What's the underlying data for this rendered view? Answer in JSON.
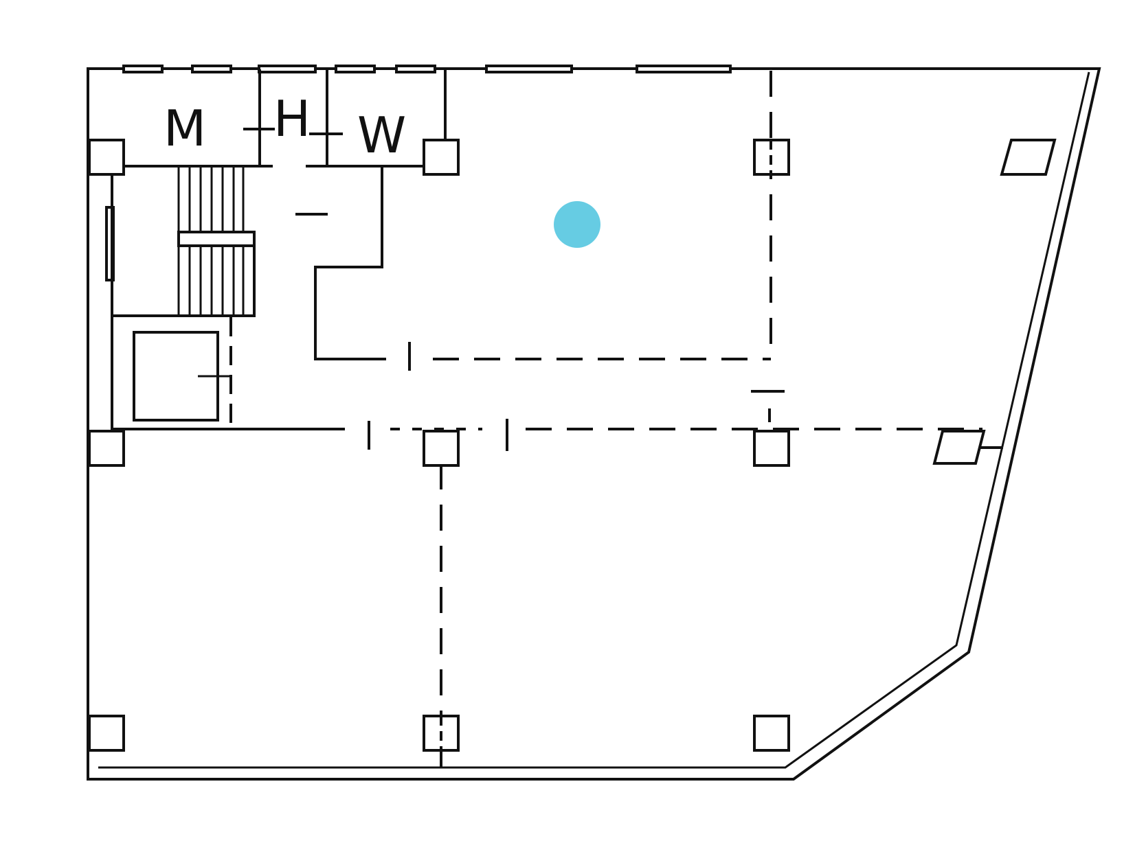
{
  "rooms": {
    "m": "M",
    "h": "H",
    "w": "W"
  },
  "marker": {
    "color": "#66CCE3"
  },
  "colors": {
    "line": "#111111",
    "background": "#FFFFFF"
  }
}
